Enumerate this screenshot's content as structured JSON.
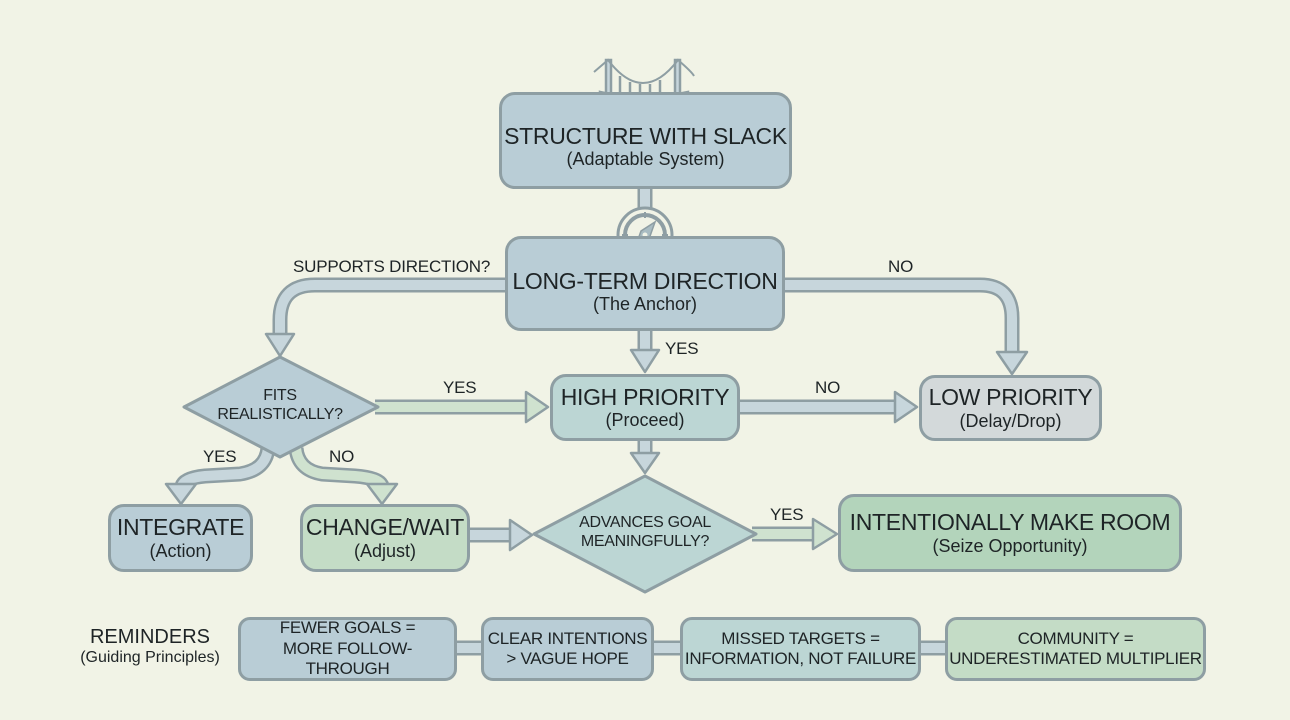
{
  "nodes": {
    "structure": {
      "title": "STRUCTURE WITH SLACK",
      "subtitle": "(Adaptable System)",
      "icon": "bridge-icon"
    },
    "direction": {
      "title": "LONG-TERM DIRECTION",
      "subtitle": "(The Anchor)",
      "icon": "compass-icon"
    },
    "fits": {
      "line1": "FITS",
      "line2": "REALISTICALLY?"
    },
    "high_priority": {
      "title": "HIGH PRIORITY",
      "subtitle": "(Proceed)"
    },
    "low_priority": {
      "title": "LOW PRIORITY",
      "subtitle": "(Delay/Drop)"
    },
    "integrate": {
      "title": "INTEGRATE",
      "subtitle": "(Action)"
    },
    "change_wait": {
      "title": "CHANGE/WAIT",
      "subtitle": "(Adjust)"
    },
    "advances": {
      "line1": "ADVANCES GOAL",
      "line2": "MEANINGFULLY?"
    },
    "make_room": {
      "title": "INTENTIONALLY MAKE ROOM",
      "subtitle": "(Seize Opportunity)"
    }
  },
  "edge_labels": {
    "supports_direction": "SUPPORTS DIRECTION?",
    "direction_no": "NO",
    "direction_yes": "YES",
    "fits_yes_right": "YES",
    "fits_yes_down": "YES",
    "fits_no_down": "NO",
    "high_no": "NO",
    "advances_yes": "YES"
  },
  "reminders": {
    "title": "REMINDERS",
    "subtitle": "(Guiding Principles)",
    "items": [
      {
        "line1": "FEWER GOALS =",
        "line2": "MORE FOLLOW-THROUGH"
      },
      {
        "line1": "CLEAR INTENTIONS",
        "line2": "> VAGUE HOPE"
      },
      {
        "line1": "MISSED TARGETS =",
        "line2": "INFORMATION, NOT FAILURE"
      },
      {
        "line1": "COMMUNITY =",
        "line2": "UNDERESTIMATED MULTIPLIER"
      }
    ]
  },
  "colors": {
    "background": "#f1f3e6",
    "stroke": "#8e9ea3",
    "blue_node": "#b9cdd6",
    "green_node": "#c4dcc6",
    "grey_node": "#d3d9da",
    "arrow_blue": "#c7d6dc",
    "arrow_green": "#cfe2cf"
  }
}
